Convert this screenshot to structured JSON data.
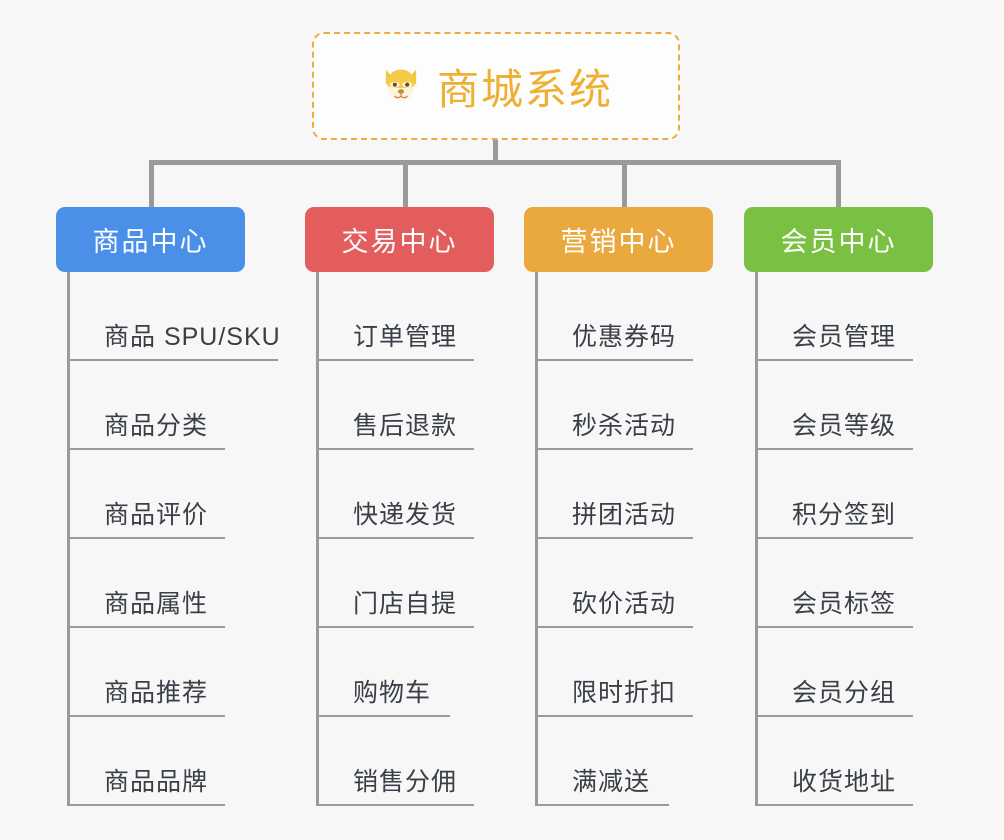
{
  "page": {
    "background_color": "#f7f7f7",
    "line_color": "#9a9a9a",
    "leaf_text_color": "#3a3f47"
  },
  "root": {
    "title": "商城系统",
    "icon": "shiba-dog-face-icon",
    "border_color": "#edab42",
    "text_color": "#edb033"
  },
  "branches": [
    {
      "label": "商品中心",
      "color": "#4a90e8",
      "items": [
        {
          "label": "商品 SPU/SKU",
          "rule_width": 208
        },
        {
          "label": "商品分类",
          "rule_width": 155
        },
        {
          "label": "商品评价",
          "rule_width": 155
        },
        {
          "label": "商品属性",
          "rule_width": 155
        },
        {
          "label": "商品推荐",
          "rule_width": 155
        },
        {
          "label": "商品品牌",
          "rule_width": 155
        }
      ]
    },
    {
      "label": "交易中心",
      "color": "#e45d5d",
      "items": [
        {
          "label": "订单管理",
          "rule_width": 155
        },
        {
          "label": "售后退款",
          "rule_width": 155
        },
        {
          "label": "快递发货",
          "rule_width": 155
        },
        {
          "label": "门店自提",
          "rule_width": 155
        },
        {
          "label": "购物车",
          "rule_width": 131
        },
        {
          "label": "销售分佣",
          "rule_width": 155
        }
      ]
    },
    {
      "label": "营销中心",
      "color": "#eaa93e",
      "items": [
        {
          "label": "优惠券码",
          "rule_width": 155
        },
        {
          "label": "秒杀活动",
          "rule_width": 155
        },
        {
          "label": "拼团活动",
          "rule_width": 155
        },
        {
          "label": "砍价活动",
          "rule_width": 155
        },
        {
          "label": "限时折扣",
          "rule_width": 155
        },
        {
          "label": "满减送",
          "rule_width": 131
        }
      ]
    },
    {
      "label": "会员中心",
      "color": "#7ac143",
      "items": [
        {
          "label": "会员管理",
          "rule_width": 155
        },
        {
          "label": "会员等级",
          "rule_width": 155
        },
        {
          "label": "积分签到",
          "rule_width": 155
        },
        {
          "label": "会员标签",
          "rule_width": 155
        },
        {
          "label": "会员分组",
          "rule_width": 155
        },
        {
          "label": "收货地址",
          "rule_width": 155
        }
      ]
    }
  ],
  "layout": {
    "branch_left_positions": [
      56,
      305,
      524,
      744
    ],
    "drop_left_positions": [
      149,
      403,
      622,
      836
    ]
  }
}
